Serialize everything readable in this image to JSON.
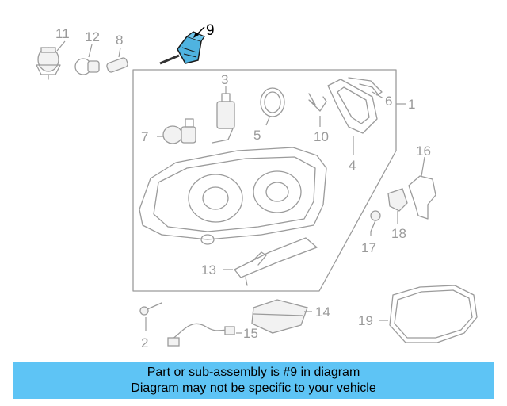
{
  "diagram": {
    "callouts": {
      "c1": "1",
      "c2": "2",
      "c3": "3",
      "c4": "4",
      "c5": "5",
      "c6": "6",
      "c7": "7",
      "c8": "8",
      "c9": "9",
      "c10": "10",
      "c11": "11",
      "c12": "12",
      "c13": "13",
      "c14": "14",
      "c15": "15",
      "c16": "16",
      "c17": "17",
      "c18": "18",
      "c19": "19"
    },
    "highlight_color": "#4fb3e0",
    "line_color": "#9b9b9b"
  },
  "banner": {
    "line1": "Part or sub-assembly is #9 in diagram",
    "line2": "Diagram may not be specific to your vehicle",
    "color": "#5ec4f5"
  }
}
